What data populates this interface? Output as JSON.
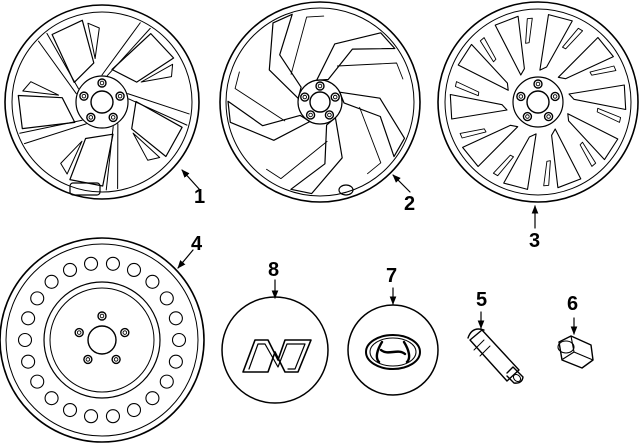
{
  "parts": [
    {
      "id": "wheel-1",
      "callout": "1"
    },
    {
      "id": "wheel-2",
      "callout": "2"
    },
    {
      "id": "wheel-3",
      "callout": "3"
    },
    {
      "id": "spare-wheel",
      "callout": "4"
    },
    {
      "id": "valve-stem",
      "callout": "5"
    },
    {
      "id": "lug-nut",
      "callout": "6"
    },
    {
      "id": "hyundai-center-cap",
      "callout": "7"
    },
    {
      "id": "n-center-cap",
      "callout": "8"
    }
  ]
}
